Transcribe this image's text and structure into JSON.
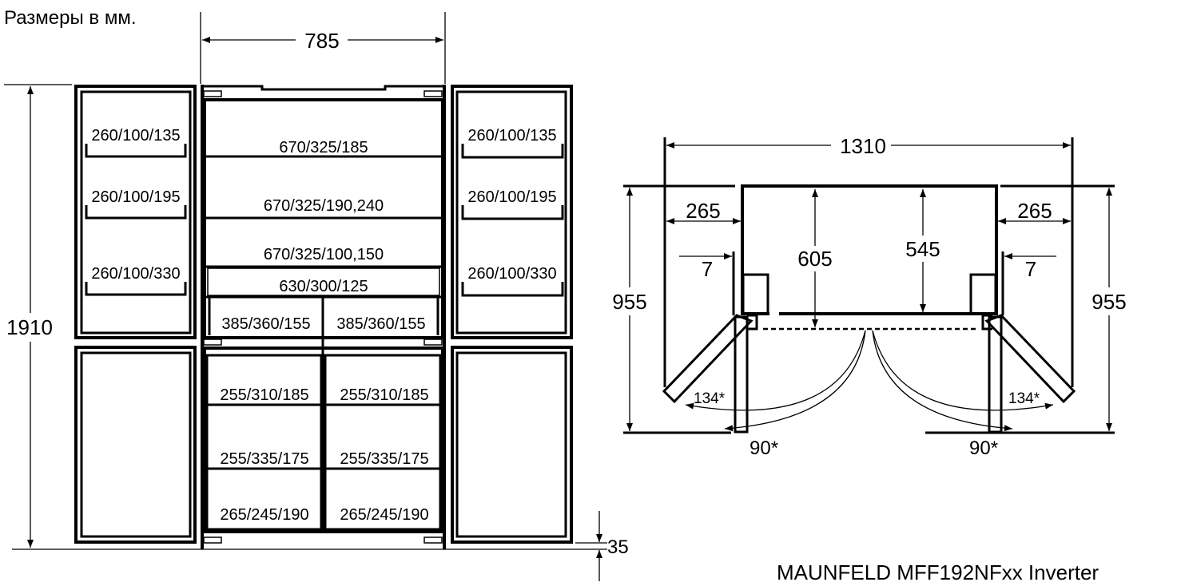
{
  "title": "Размеры в мм.",
  "model": "MAUNFELD MFF192NFxx Inverter",
  "front_view": {
    "width": "785",
    "height": "1910",
    "bottom_gap": "35",
    "left_door_shelves": [
      "260/100/135",
      "260/100/195",
      "260/100/330"
    ],
    "right_door_shelves": [
      "260/100/135",
      "260/100/195",
      "260/100/330"
    ],
    "fridge_shelves": [
      "670/325/185",
      "670/325/190,240",
      "670/325/100,150"
    ],
    "fridge_drawer": "630/300/125",
    "crisper_drawers": [
      "385/360/155",
      "385/360/155"
    ],
    "freezer_left": [
      "255/310/185",
      "255/335/175",
      "265/245/190"
    ],
    "freezer_right": [
      "255/310/185",
      "255/335/175",
      "265/245/190"
    ]
  },
  "top_view": {
    "total_width": "1310",
    "side_clearance_left": "265",
    "side_clearance_right": "265",
    "gap_left": "7",
    "gap_right": "7",
    "depth_body": "605",
    "depth_inner": "545",
    "depth_left": "955",
    "depth_right": "955",
    "angle_wide_left": "134*",
    "angle_wide_right": "134*",
    "angle_90_left": "90*",
    "angle_90_right": "90*"
  }
}
